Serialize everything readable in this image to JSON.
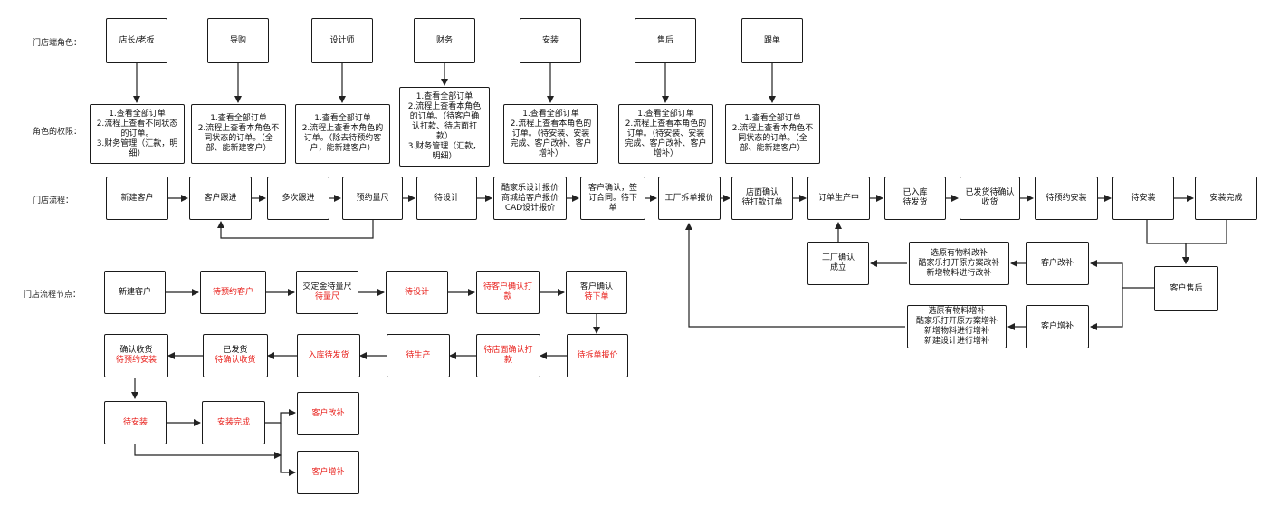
{
  "row_labels": {
    "roles": "门店端角色：",
    "permissions": "角色的权限：",
    "flow": "门店流程：",
    "nodes": "门店流程节点："
  },
  "roles": [
    "店长/老板",
    "导购",
    "设计师",
    "财务",
    "安装",
    "售后",
    "跟单"
  ],
  "permissions": [
    [
      "1.查看全部订单",
      "2.流程上查看不同状态",
      "的订单。",
      "3.财务管理（汇款，明",
      "细）"
    ],
    [
      "1.查看全部订单",
      "2.流程上查看本角色不",
      "同状态的订单。（全",
      "部、能新建客户）"
    ],
    [
      "1.查看全部订单",
      "2.流程上查看本角色的",
      "订单。（除去待预约客",
      "户，能新建客户）"
    ],
    [
      "1.查看全部订单",
      "2.流程上查看本角色",
      "的订单。（待客户确",
      "认打款、待店面打",
      "款）",
      "3.财务管理（汇款，",
      "明细）"
    ],
    [
      "1.查看全部订单",
      "2.流程上查看本角色的",
      "订单。（待安装、安装",
      "完成、客户改补、客户",
      "增补）"
    ],
    [
      "1.查看全部订单",
      "2.流程上查看本角色的",
      "订单。（待安装、安装",
      "完成、客户改补、客户",
      "增补）"
    ],
    [
      "1.查看全部订单",
      "2.流程上查看本角色不",
      "同状态的订单。（全",
      "部、能新建客户）"
    ]
  ],
  "flow": {
    "new_customer": "新建客户",
    "follow_up": "客户跟进",
    "multi_follow_up": "多次跟进",
    "appointment_measure": "预约量尺",
    "pending_design": "待设计",
    "quote": [
      "酷家乐设计报价",
      "商城给客户报价",
      "CAD设计报价"
    ],
    "confirm_sign": [
      "客户确认，签",
      "订合同。待下",
      "单"
    ],
    "factory_split": "工厂拆单报价",
    "store_confirm": [
      "店面确认",
      "待打款订单"
    ],
    "producing": "订单生产中",
    "stocked": [
      "已入库",
      "待发货"
    ],
    "shipped": [
      "已发货待确认",
      "收货"
    ],
    "pending_install_appointment": "待预约安装",
    "pending_install": "待安装",
    "install_done": "安装完成",
    "after_sales": "客户售后",
    "customer_modify": "客户改补",
    "customer_add": "客户增补",
    "factory_confirm": [
      "工厂确认",
      "成立"
    ],
    "modify_detail": [
      "选原有物料改补",
      "酷家乐打开原方案改补",
      "新增物料进行改补"
    ],
    "add_detail": [
      "选原有物料增补",
      "酷家乐打开原方案增补",
      "新增物料进行增补",
      "新建设计进行增补"
    ]
  },
  "nodes": {
    "new_customer": "新建客户",
    "pending_appointment": "待预约客户",
    "deposit": "交定金待量尺",
    "pending_measure": "待量尺",
    "pending_design": "待设计",
    "pending_customer_pay": [
      "待客户确认打",
      "款"
    ],
    "customer_confirm": "客户确认",
    "pending_order": "待下单",
    "pending_split": "待拆单报价",
    "pending_store_pay": [
      "待店面确认打",
      "款"
    ],
    "pending_production": "待生产",
    "stocked_pending_ship": "入库待发货",
    "shipped": "已发货",
    "pending_receive": "待确认收货",
    "confirm_receive": "确认收货",
    "pending_install_appointment": "待预约安装",
    "pending_install": "待安装",
    "install_done": "安装完成",
    "customer_modify": "客户改补",
    "customer_add": "客户增补"
  }
}
